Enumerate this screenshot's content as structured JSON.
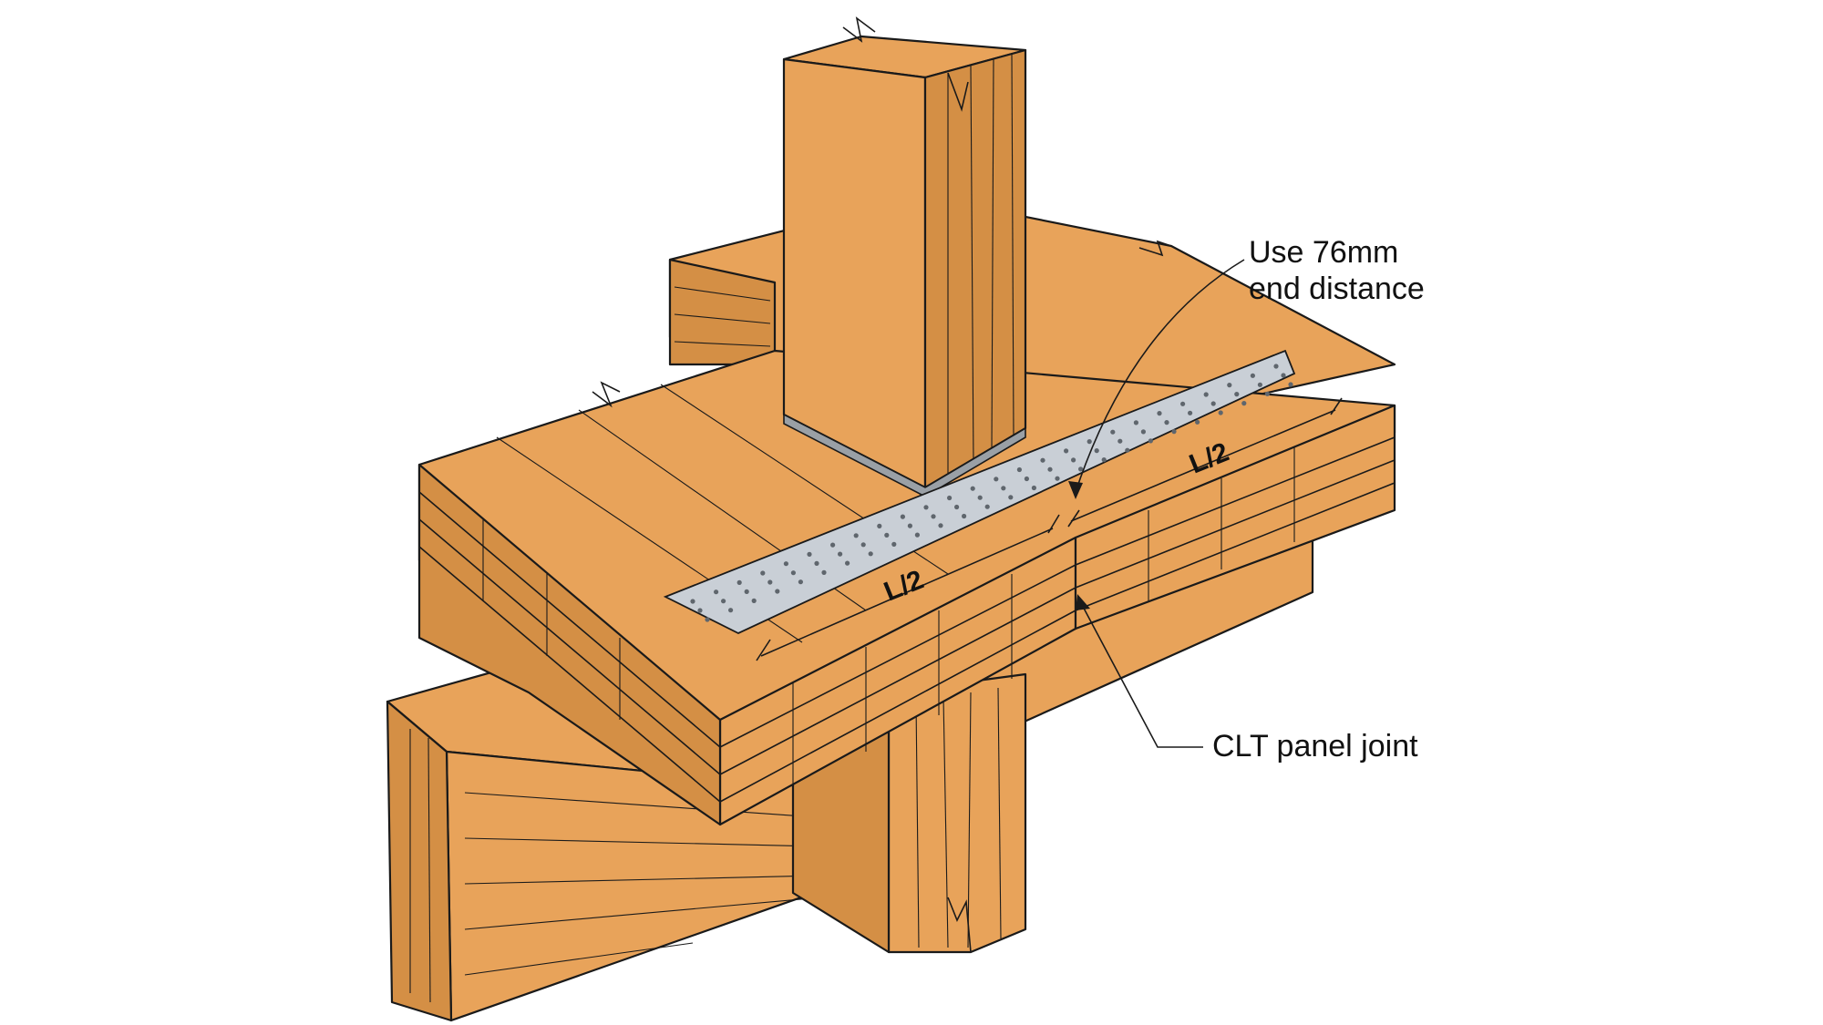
{
  "callouts": {
    "end_distance_line1": "Use 76mm",
    "end_distance_line2": "end distance",
    "panel_joint": "CLT panel joint"
  },
  "dimensions": {
    "half_length_left": "L/2",
    "half_length_right": "L/2"
  },
  "colors": {
    "wood": "#e8a35a",
    "wood_dark": "#d48f45",
    "wood_grain": "#7a4a1c",
    "steel_strap": "#c9cfd6",
    "line": "#1a1a1a"
  }
}
